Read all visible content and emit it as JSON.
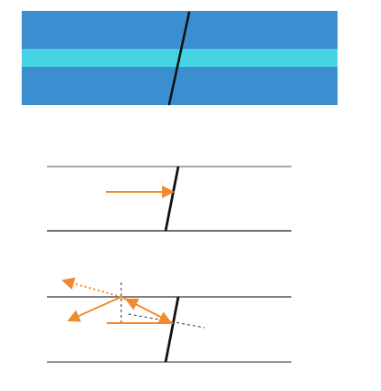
{
  "diagram": {
    "panels": [
      {
        "name": "fiber-band-view",
        "description_color_roles": {
          "cladding": "#3b8fd0",
          "core": "#46d4e4",
          "cut_line": "#111111"
        }
      },
      {
        "name": "ray-straight-view",
        "description_color_roles": {
          "boundary": "#777777",
          "cut_line": "#111111",
          "ray": "#f08a2c"
        }
      },
      {
        "name": "ray-reflection-view",
        "description_color_roles": {
          "boundary": "#555555",
          "cut_line": "#111111",
          "ray": "#f08a2c",
          "normal": "#333333"
        }
      }
    ]
  }
}
